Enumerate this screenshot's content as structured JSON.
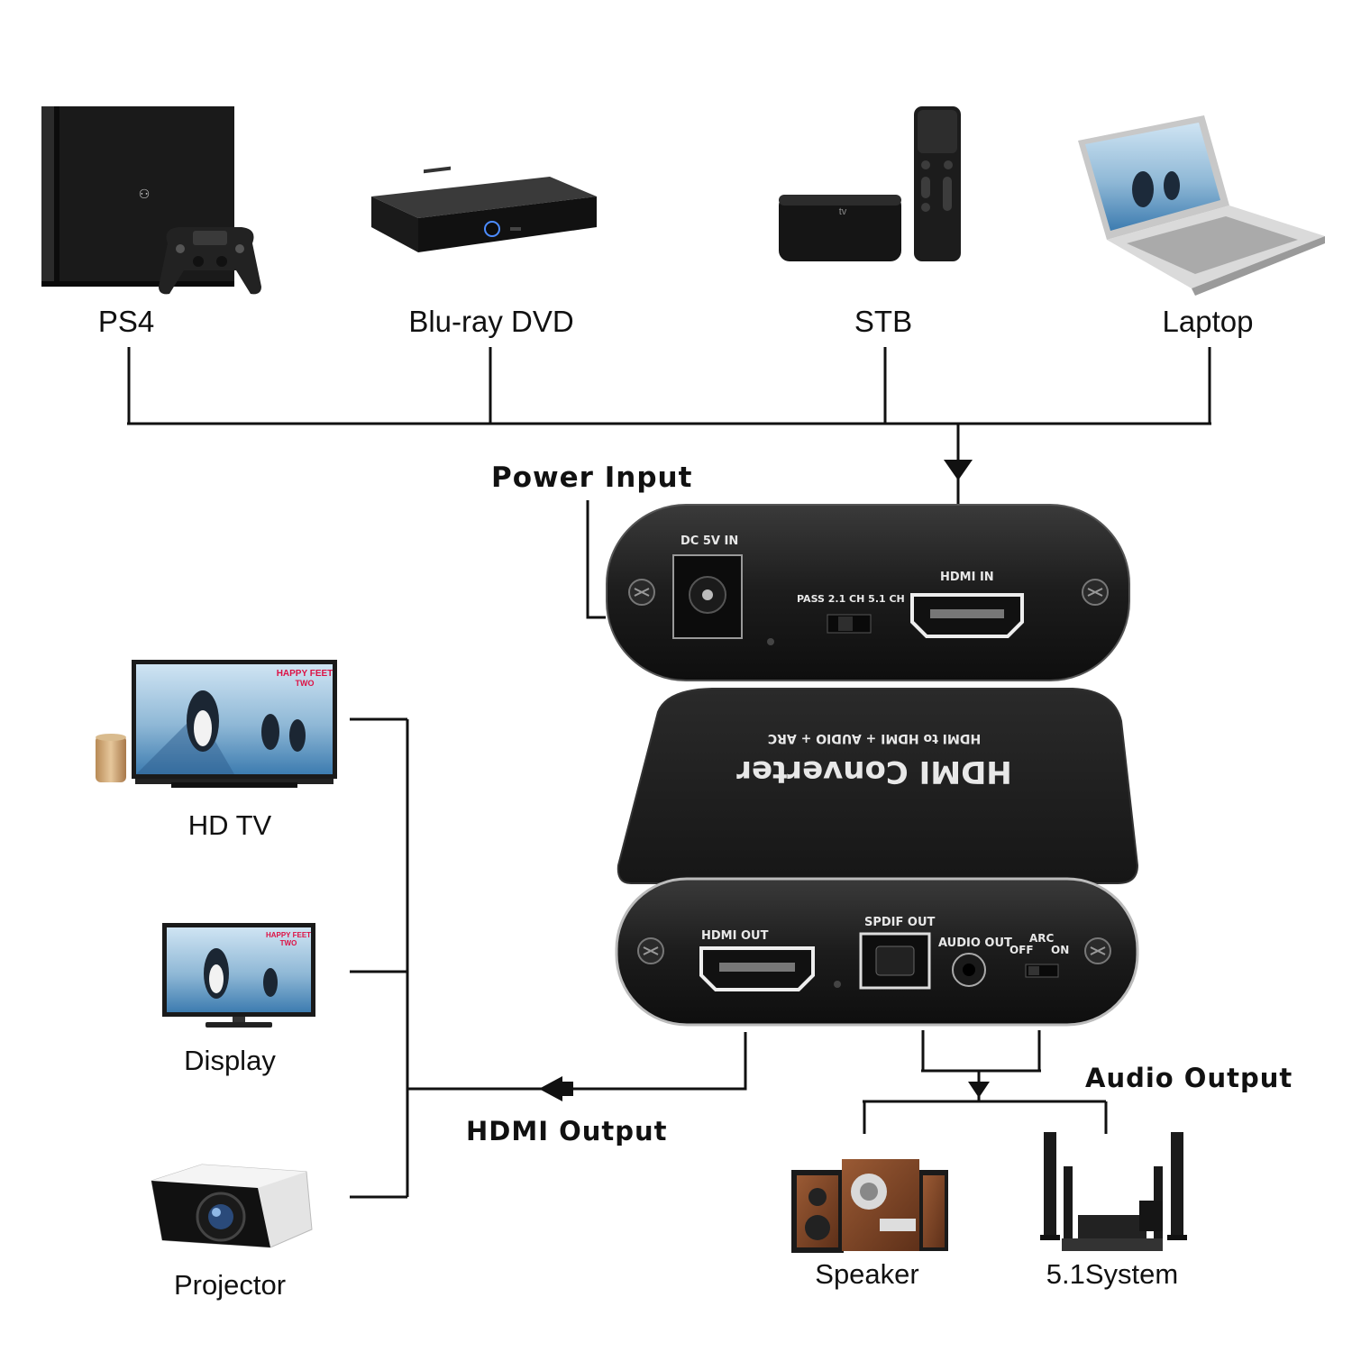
{
  "sources": {
    "ps4": "PS4",
    "bluray": "Blu-ray DVD",
    "stb": "STB",
    "laptop": "Laptop"
  },
  "callouts": {
    "power_input": "Power Input",
    "hdmi_output": "HDMI Output",
    "audio_output": "Audio Output"
  },
  "displays": {
    "hdtv": "HD TV",
    "display": "Display",
    "projector": "Projector"
  },
  "audio_devices": {
    "speaker": "Speaker",
    "system51": "5.1System"
  },
  "device": {
    "back_panel": {
      "dc_in": "DC 5V IN",
      "switch_label": "PASS 2.1 CH 5.1 CH",
      "hdmi_in": "HDMI IN"
    },
    "top": {
      "title": "HDMI Converter",
      "subtitle": "HDMI to HDMI + AUDIO + ARC"
    },
    "front_panel": {
      "hdmi_out": "HDMI OUT",
      "spdif_out": "SPDIF OUT",
      "audio_out": "AUDIO OUT",
      "arc": "ARC",
      "off": "OFF",
      "on": "ON"
    }
  },
  "screen_art": {
    "movie_line1": "HAPPY FEET",
    "movie_line2": "TWO"
  }
}
